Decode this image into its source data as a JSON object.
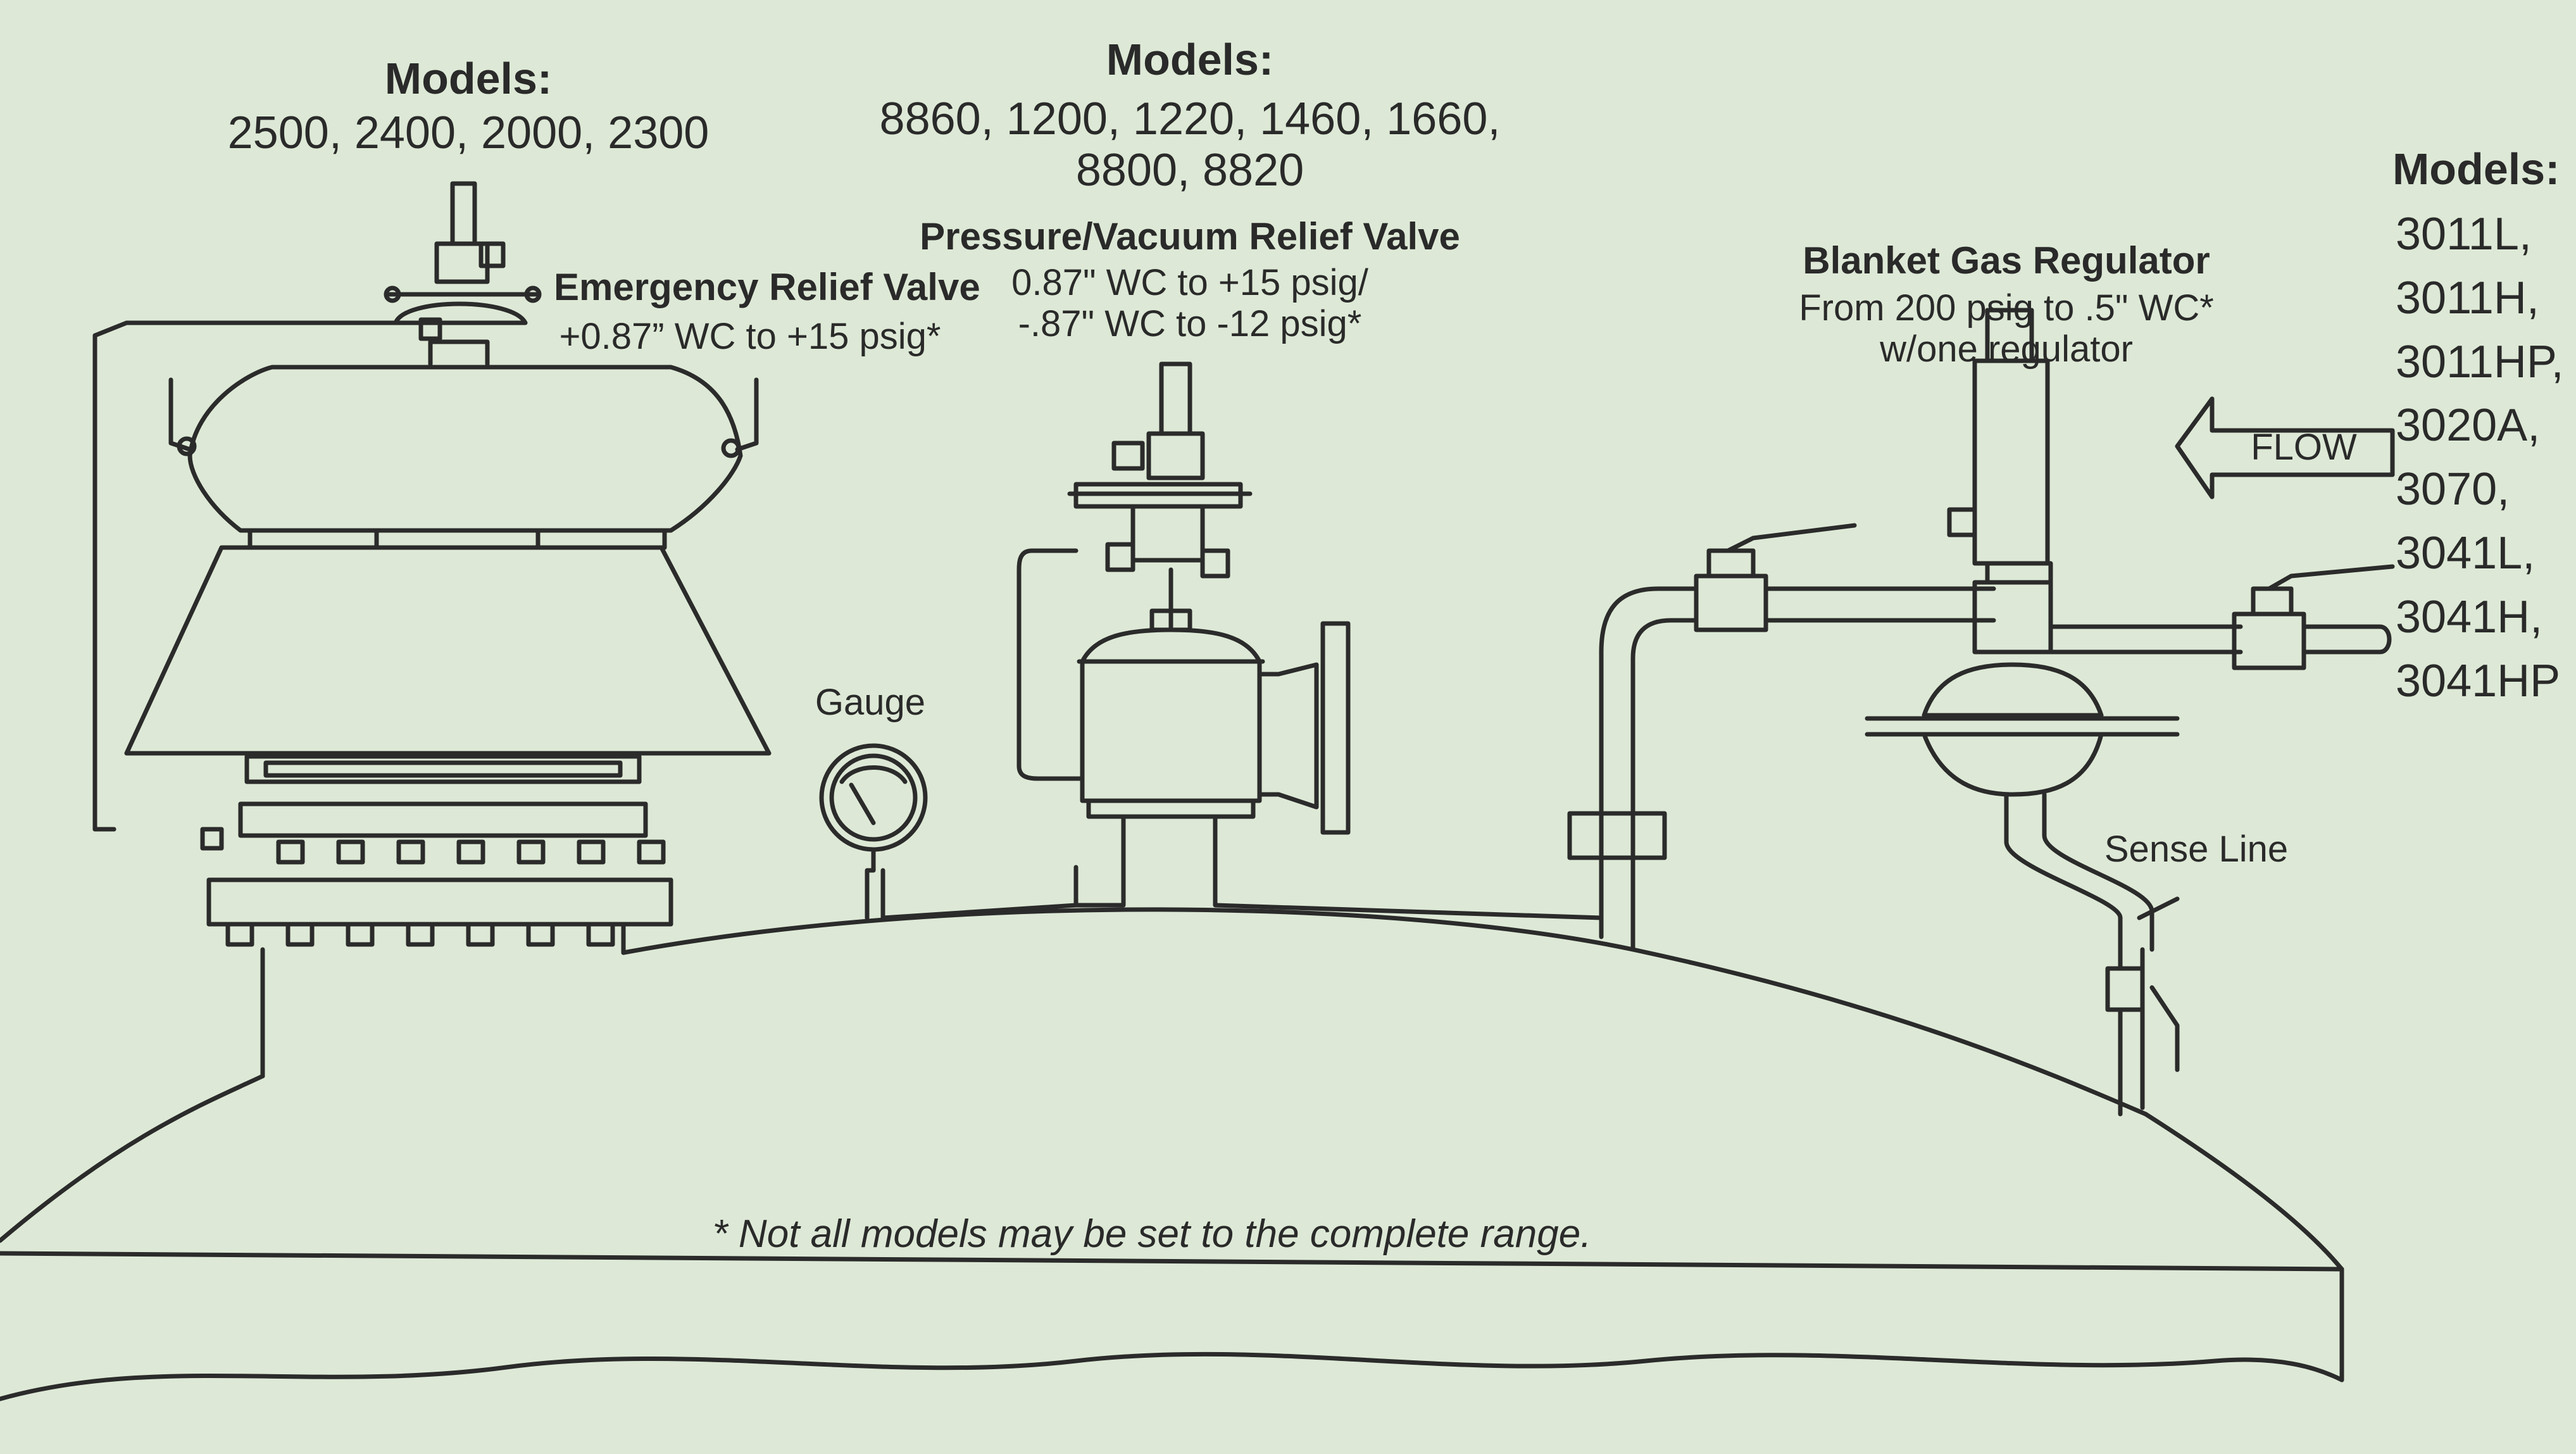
{
  "groups": {
    "emergency": {
      "models_title": "Models:",
      "models": "2500, 2400, 2000, 2300",
      "name": "Emergency Relief Valve",
      "range": "+0.87” WC to +15 psig*"
    },
    "pressure_vacuum": {
      "models_title": "Models:",
      "models_line1": "8860, 1200, 1220, 1460, 1660,",
      "models_line2": "8800, 8820",
      "name": "Pressure/Vacuum Relief Valve",
      "range_line1": "0.87\" WC to +15 psig/",
      "range_line2": "-.87\" WC to -12 psig*"
    },
    "blanket": {
      "name": "Blanket Gas Regulator",
      "range_line1": "From 200 psig to .5\" WC*",
      "range_line2": "w/one regulator",
      "models_title": "Models:",
      "models": [
        "3011L,",
        "3011H,",
        "3011HP,",
        "3020A,",
        "3070,",
        "3041L,",
        "3041H,",
        "3041HP"
      ]
    }
  },
  "flow_label": "FLOW",
  "gauge_label": "Gauge",
  "sense_line_label": "Sense Line",
  "footnote": "* Not all models may be set to the complete range.",
  "colors": {
    "background": "#dde9d6",
    "line": "#2b2b2b",
    "text": "#2a2a2a"
  }
}
